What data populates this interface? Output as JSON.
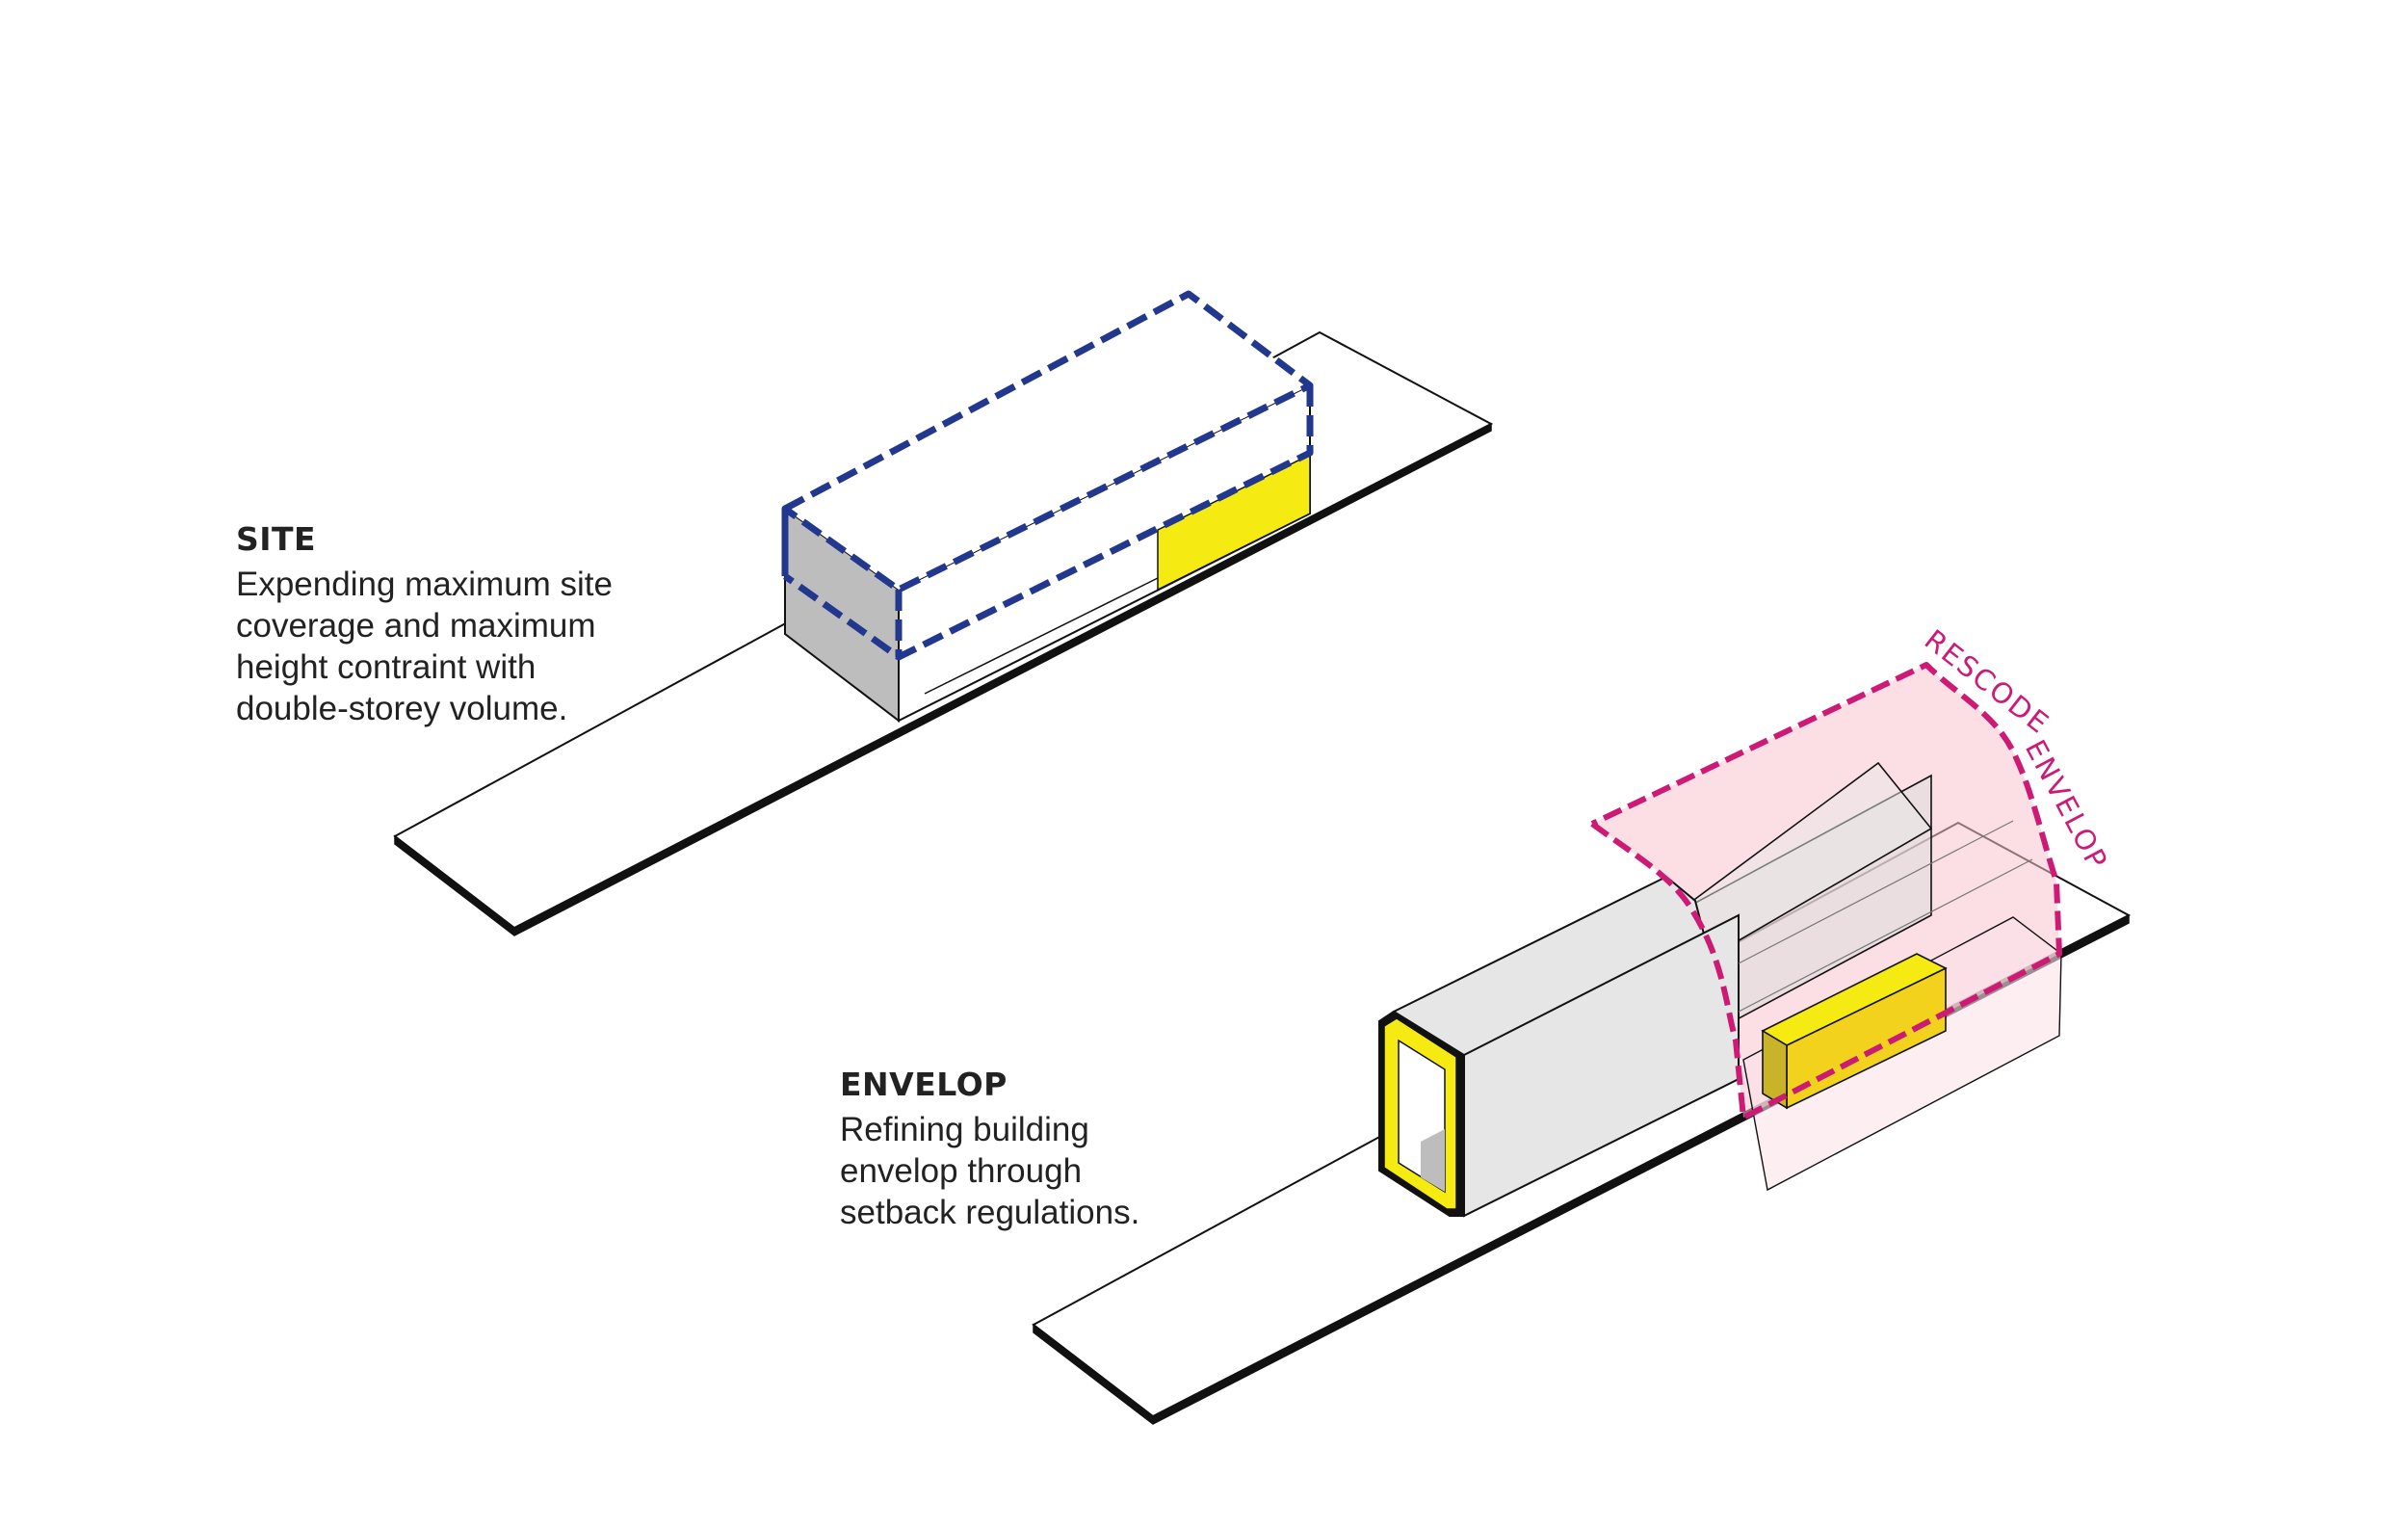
{
  "site": {
    "title": "SITE",
    "lines": [
      "Expending maximum site",
      "coverage and maximum",
      "height contraint with",
      "double-storey volume."
    ]
  },
  "envelop": {
    "title": "ENVELOP",
    "lines": [
      "Refining building",
      "envelop through",
      "setback regulations."
    ]
  },
  "rescode_label": {
    "word1": "RESCODE",
    "word2": "ENVELOP"
  },
  "colors": {
    "outline": "#111111",
    "site_dash": "#22388f",
    "rescode_dash": "#cc1a75",
    "rescode_fill": "#f7c5cf",
    "rescode_text": "#cc1a75",
    "yellow": "#f5ea12",
    "yellow_dark": "#e9d52a",
    "side_gray": "#bdbdbd",
    "roof_gray": "#e6e6e6",
    "ghost_gray": "#dcdcdc"
  }
}
